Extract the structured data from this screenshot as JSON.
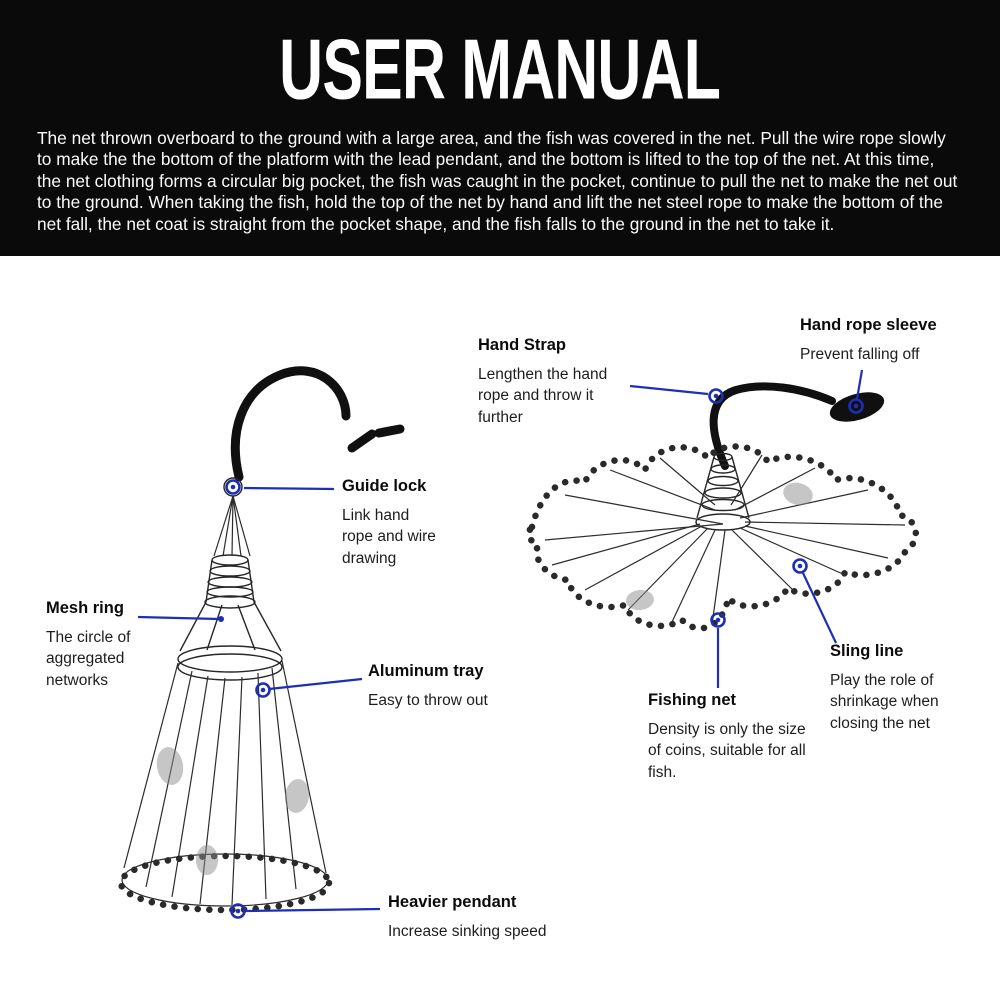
{
  "header": {
    "title": "USER MANUAL",
    "paragraph": "The net thrown overboard to the ground with a large area, and the fish was covered in the net. Pull the wire rope slowly to make the the bottom of the platform with the lead pendant, and the bottom is lifted to the top of the net. At this time, the net clothing forms a circular big pocket, the fish was caught in the pocket, continue to pull the net to make the net out to the ground. When taking the fish, hold the top of the net by hand and lift the net steel rope to make the bottom of the net fall, the net coat is straight from the pocket shape, and the fish falls to the ground in the net to take it."
  },
  "annotations": {
    "hand_strap": {
      "title": "Hand Strap",
      "desc": "Lengthen the hand rope and throw it further"
    },
    "hand_rope_sleeve": {
      "title": "Hand rope sleeve",
      "desc": "Prevent falling off"
    },
    "guide_lock": {
      "title": "Guide lock",
      "desc": "Link hand rope and wire drawing"
    },
    "mesh_ring": {
      "title": "Mesh ring",
      "desc": "The circle of aggregated networks"
    },
    "aluminum_tray": {
      "title": "Aluminum tray",
      "desc": "Easy to throw out"
    },
    "sling_line": {
      "title": "Sling line",
      "desc": "Play the role of shrinkage when closing the net"
    },
    "fishing_net": {
      "title": "Fishing net",
      "desc": "Density is only the size of coins, suitable for all fish."
    },
    "heavier_pendant": {
      "title": "Heavier pendant",
      "desc": "Increase sinking speed"
    }
  },
  "colors": {
    "header_bg": "#0a0a0a",
    "header_text": "#ffffff",
    "callout_blue": "#1e2fb5",
    "line_art": "#262626",
    "background": "#ffffff"
  }
}
